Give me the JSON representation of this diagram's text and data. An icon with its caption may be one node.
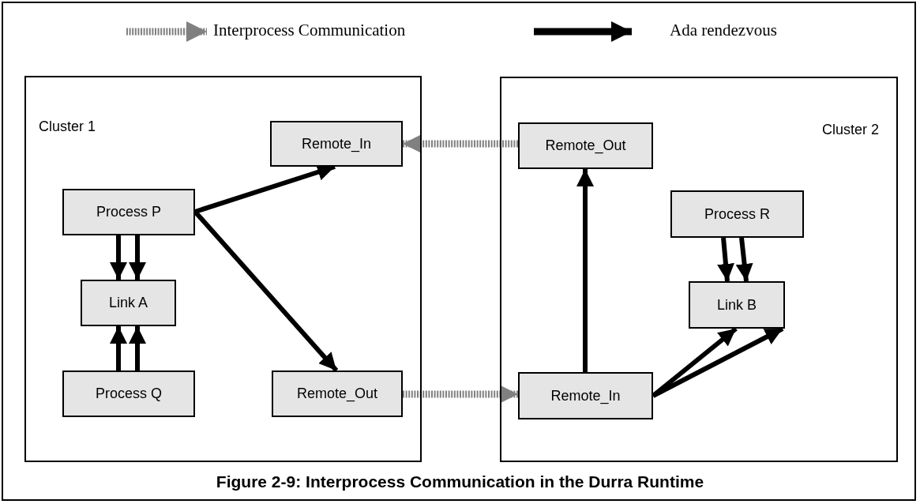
{
  "diagram": {
    "caption": "Figure 2-9: Interprocess Communication in the Durra Runtime",
    "nodes": [
      {
        "text": [
          "Cluster 1"
        ]
      },
      {
        "text": [
          "Remote_In"
        ],
        "in": 0
      },
      {
        "text": [
          "Process P"
        ],
        "in": 0
      },
      {
        "text": [
          "Link A"
        ],
        "in": 0
      },
      {
        "text": [
          "Process Q"
        ],
        "in": 0
      },
      {
        "text": [
          "Remote_Out"
        ],
        "in": 0
      },
      {
        "text": [
          "Cluster 2"
        ]
      },
      {
        "text": [
          "Remote_Out"
        ],
        "in": 6
      },
      {
        "text": [
          "Process R"
        ],
        "in": 6
      },
      {
        "text": [
          "Link B"
        ],
        "in": 6
      },
      {
        "text": [
          "Remote_In"
        ],
        "in": 6
      }
    ],
    "edges": [
      {
        "from": 2,
        "to": 3,
        "arrow": "to"
      },
      {
        "from": 2,
        "to": 3,
        "arrow": "to"
      },
      {
        "from": 4,
        "to": 3,
        "arrow": "to"
      },
      {
        "from": 4,
        "to": 3,
        "arrow": "to"
      },
      {
        "from": 2,
        "to": 1,
        "arrow": "to"
      },
      {
        "from": 2,
        "to": 5,
        "arrow": "to"
      },
      {
        "from": 7,
        "to": 1,
        "arrow": "to",
        "style": "dashed",
        "color": "#808080"
      },
      {
        "from": 5,
        "to": 10,
        "arrow": "to",
        "style": "dashed",
        "color": "#808080"
      },
      {
        "from": 10,
        "to": 7,
        "arrow": "to"
      },
      {
        "from": 8,
        "to": 9,
        "arrow": "to"
      },
      {
        "from": 8,
        "to": 9,
        "arrow": "to"
      },
      {
        "from": 10,
        "to": 9,
        "arrow": "to"
      },
      {
        "from": 10,
        "to": 9,
        "arrow": "to"
      }
    ],
    "legend": [
      {
        "text": "Interprocess Communication"
      },
      {
        "text": "Ada rendezvous"
      }
    ]
  }
}
